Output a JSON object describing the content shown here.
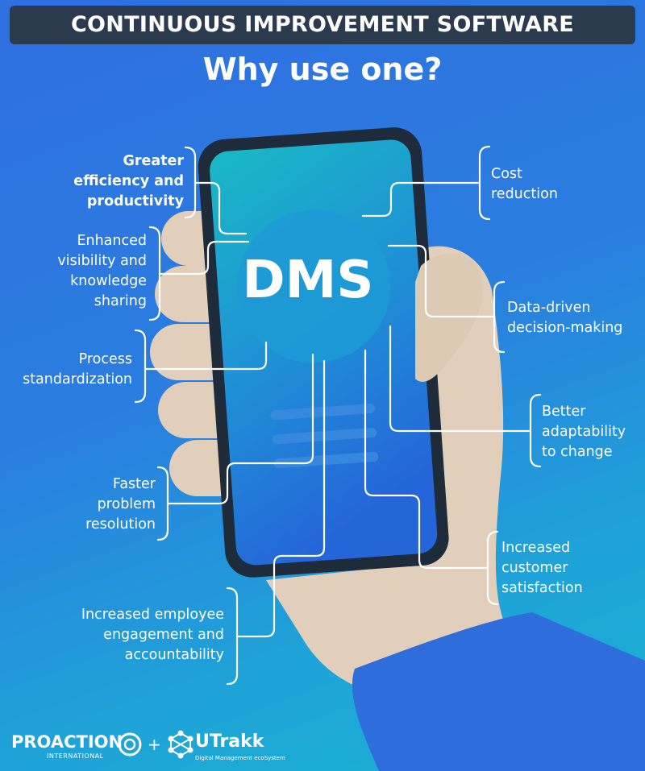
{
  "header": {
    "title": "CONTINUOUS IMPROVEMENT SOFTWARE",
    "subtitle": "Why use one?"
  },
  "center": {
    "label": "DMS"
  },
  "benefits": {
    "efficiency": "Greater\nefficiency and\nproductivity",
    "visibility": "Enhanced\nvisibility and\nknowledge\nsharing",
    "standardization": "Process\nstandardization",
    "problem_resolution": "Faster\nproblem\nresolution",
    "engagement": "Increased employee\nengagement and\naccountability",
    "cost": "Cost\nreduction",
    "data_driven": "Data-driven\ndecision-making",
    "adaptability": "Better\nadaptability\nto change",
    "satisfaction": "Increased\ncustomer\nsatisfaction"
  },
  "footer": {
    "proaction": "PROACTION",
    "proaction_sub": "INTERNATIONAL",
    "plus": "+",
    "utrakk": "UTrakk",
    "utrakk_sub": "Digital Management ecoSystem"
  },
  "colors": {
    "header_bg": "#2c3a4e",
    "phone_frame": "#1e2b3b",
    "skin": "#e2cfbb",
    "sleeve": "#2f6ddc",
    "screen_top": "#18b8c8",
    "screen_bottom": "#2268d8"
  }
}
